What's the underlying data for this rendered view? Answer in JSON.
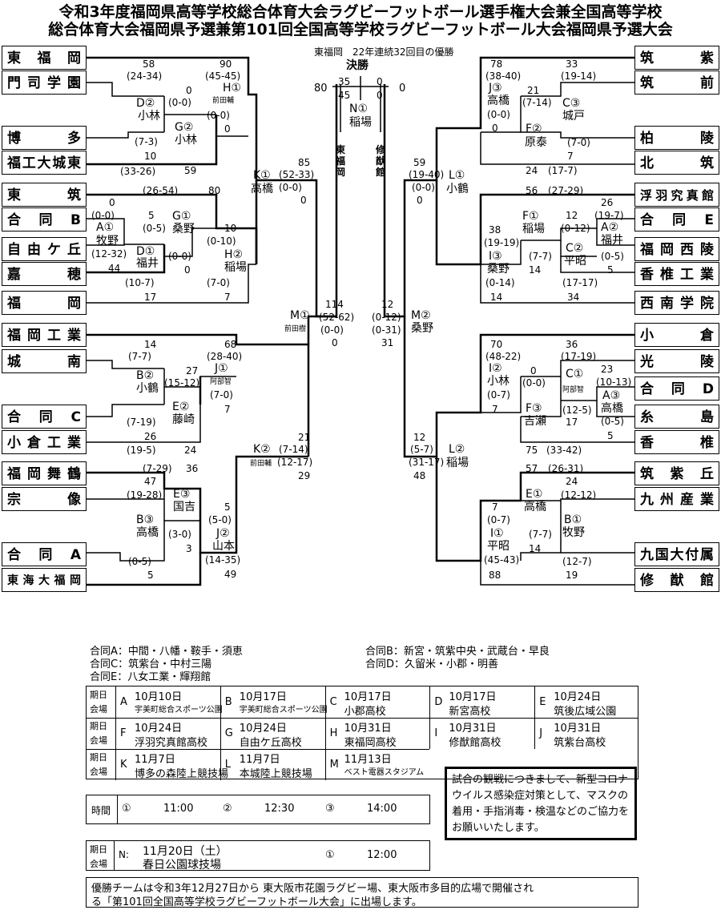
{
  "title": {
    "line1": "令和3年度福岡県高等学校総合体育大会ラグビーフットボール選手権大会兼全国高等学校",
    "line2": "総合体育大会福岡県予選兼第101回全国高等学校ラグビーフットボール大会福岡県予選大会"
  },
  "champion_note": "東福岡　22年連続32回目の優勝",
  "final": {
    "label": "決勝",
    "left_score": "80",
    "right_score": "0",
    "h1": "35",
    "h2": "45",
    "h1_right": "0",
    "h2_right": "0",
    "venue": "N①",
    "referee": "稲場",
    "left_team_v": "東福岡",
    "right_team_v": "修猷館"
  },
  "left_teams": [
    "東福岡",
    "門司学園",
    "博多",
    "福工大城東",
    "東筑",
    "合同B",
    "自由ケ丘",
    "嘉穂",
    "福岡",
    "福岡工業",
    "城南",
    "合同C",
    "小倉工業",
    "福岡舞鶴",
    "宗像",
    "合同A",
    "東海大福岡"
  ],
  "right_teams": [
    "筑紫",
    "筑前",
    "柏陵",
    "北筑",
    "浮羽究真館",
    "合同E",
    "福岡西陵",
    "香椎工業",
    "西南学院",
    "小倉",
    "光陵",
    "合同D",
    "糸島",
    "香椎",
    "筑紫丘",
    "九州産業",
    "九国大付属",
    "修猷館"
  ],
  "left_labels": [
    {
      "k": "l_58",
      "v": "58"
    },
    {
      "k": "l_2434",
      "v": "(24-34)"
    },
    {
      "k": "l_90",
      "v": "90"
    },
    {
      "k": "l_4545",
      "v": "(45-45)"
    },
    {
      "k": "l_H1",
      "v": "H①"
    },
    {
      "k": "l_maedah",
      "v": "前田輔"
    },
    {
      "k": "l_0a",
      "v": "0"
    },
    {
      "k": "l_00a",
      "v": "(0-0)"
    },
    {
      "k": "l_D2",
      "v": "D②"
    },
    {
      "k": "l_kobayashi1",
      "v": "小林"
    },
    {
      "k": "l_00b",
      "v": "(0-0)"
    },
    {
      "k": "l_0b",
      "v": "0"
    },
    {
      "k": "l_G2",
      "v": "G②"
    },
    {
      "k": "l_kobayashi2",
      "v": "小林"
    },
    {
      "k": "l_73",
      "v": "(7-3)"
    },
    {
      "k": "l_10",
      "v": "10"
    },
    {
      "k": "l_3326",
      "v": "(33-26)"
    },
    {
      "k": "l_59",
      "v": "59"
    },
    {
      "k": "l_85",
      "v": "85"
    },
    {
      "k": "l_5233",
      "v": "(52-33)"
    },
    {
      "k": "l_K1",
      "v": "K①"
    },
    {
      "k": "l_takahashi1",
      "v": "高橋"
    },
    {
      "k": "l_00c",
      "v": "(0-0)"
    },
    {
      "k": "l_0c",
      "v": "0"
    }
  ],
  "legend": {
    "A": "合同A：中間・八幡・鞍手・須恵",
    "B": "合同B：新宮・筑紫中央・武蔵台・早良",
    "C": "合同C：筑紫台・中村三陽",
    "D": "合同D：久留米・小郡・明善",
    "E": "合同E：八女工業・輝翔館"
  },
  "schedule": {
    "h_day": "期日",
    "h_venue": "会場",
    "rows": [
      [
        [
          "A",
          "10月10日",
          "宇美町総合スポーツ公園"
        ],
        [
          "B",
          "10月17日",
          "宇美町総合スポーツ公園"
        ],
        [
          "C",
          "10月17日",
          "小郡高校"
        ],
        [
          "D",
          "10月17日",
          "新宮高校"
        ],
        [
          "E",
          "10月24日",
          "筑後広域公園"
        ]
      ],
      [
        [
          "F",
          "10月24日",
          "浮羽究真館高校"
        ],
        [
          "G",
          "10月24日",
          "自由ケ丘高校"
        ],
        [
          "H",
          "10月31日",
          "東福岡高校"
        ],
        [
          "I",
          "10月31日",
          "修猷館高校"
        ],
        [
          "J",
          "10月31日",
          "筑紫台高校"
        ]
      ],
      [
        [
          "K",
          "11月7日",
          "博多の森陸上競技場"
        ],
        [
          "L",
          "11月7日",
          "本城陸上競技場"
        ],
        [
          "M",
          "11月13日",
          "ベスト電器スタジアム"
        ]
      ]
    ]
  },
  "times": {
    "label": "時間",
    "items": [
      [
        "①",
        "11:00"
      ],
      [
        "②",
        "12:30"
      ],
      [
        "③",
        "14:00"
      ]
    ]
  },
  "final_sched": {
    "h_day": "期日",
    "h_venue": "会場",
    "code": "N:",
    "date": "11月20日（土）",
    "venue": "春日公園球技場",
    "slot": "①",
    "time": "12:00"
  },
  "notice": "試合の観戦につきまして、新型コロナウイルス感染症対策として、マスクの着用・手指消毒・検温などのご協力をお願いいたします。",
  "footer": {
    "line1": "優勝チームは令和3年12月27日から 東大阪市花園ラグビー場、東大阪市多目的広場で開催され",
    "line2": "る「第101回全国高等学校ラグビーフットボール大会」に出場します。"
  }
}
